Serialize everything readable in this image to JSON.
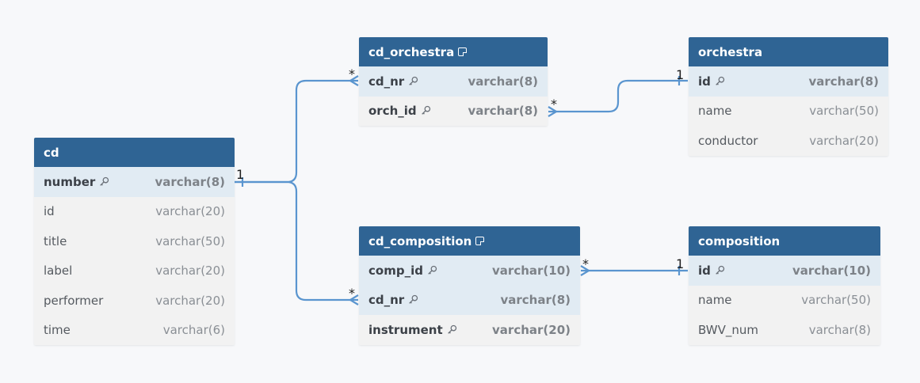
{
  "tables": {
    "cd": {
      "name": "cd",
      "fields": [
        {
          "name": "number",
          "type": "varchar(8)"
        },
        {
          "name": "id",
          "type": "varchar(20)"
        },
        {
          "name": "title",
          "type": "varchar(50)"
        },
        {
          "name": "label",
          "type": "varchar(20)"
        },
        {
          "name": "performer",
          "type": "varchar(20)"
        },
        {
          "name": "time",
          "type": "varchar(6)"
        }
      ]
    },
    "cd_orchestra": {
      "name": "cd_orchestra",
      "fields": [
        {
          "name": "cd_nr",
          "type": "varchar(8)"
        },
        {
          "name": "orch_id",
          "type": "varchar(8)"
        }
      ]
    },
    "orchestra": {
      "name": "orchestra",
      "fields": [
        {
          "name": "id",
          "type": "varchar(8)"
        },
        {
          "name": "name",
          "type": "varchar(50)"
        },
        {
          "name": "conductor",
          "type": "varchar(20)"
        }
      ]
    },
    "cd_composition": {
      "name": "cd_composition",
      "fields": [
        {
          "name": "comp_id",
          "type": "varchar(10)"
        },
        {
          "name": "cd_nr",
          "type": "varchar(8)"
        },
        {
          "name": "instrument",
          "type": "varchar(20)"
        }
      ]
    },
    "composition": {
      "name": "composition",
      "fields": [
        {
          "name": "id",
          "type": "varchar(10)"
        },
        {
          "name": "name",
          "type": "varchar(50)"
        },
        {
          "name": "BWV_num",
          "type": "varchar(8)"
        }
      ]
    }
  },
  "relationships": [
    {
      "from": "cd.number",
      "from_card": "1",
      "to": "cd_orchestra.cd_nr",
      "to_card": "*"
    },
    {
      "from": "cd.number",
      "from_card": "1",
      "to": "cd_composition.cd_nr",
      "to_card": "*"
    },
    {
      "from": "orchestra.id",
      "from_card": "1",
      "to": "cd_orchestra.orch_id",
      "to_card": "*"
    },
    {
      "from": "composition.id",
      "from_card": "1",
      "to": "cd_composition.comp_id",
      "to_card": "*"
    }
  ],
  "colors": {
    "header": "#2f6494",
    "pk_row": "#e1ebf3",
    "row": "#f2f2f2",
    "link": "#5a95cf",
    "background": "#f7f8fa"
  }
}
